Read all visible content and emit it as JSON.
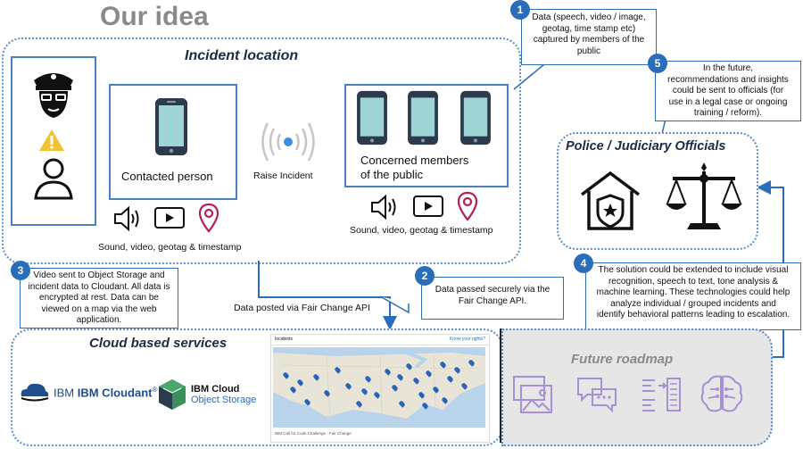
{
  "header": {
    "title": "Our idea"
  },
  "incident": {
    "title": "Incident location",
    "contacted_label": "Contacted person",
    "raise_label": "Raise Incident",
    "members_label_line1": "Concerned members",
    "members_label_line2": "of the public",
    "left_caption": "Sound, video, geotag & timestamp",
    "right_caption": "Sound, video, geotag & timestamp"
  },
  "callouts": {
    "c1": {
      "badge": "1",
      "lines": [
        "Data (speech, video / image,",
        "geotag, time stamp etc)",
        "captured by members of the",
        "public"
      ]
    },
    "c5": {
      "badge": "5",
      "lines": [
        "In the future,",
        "recommendations and insights",
        "could be sent to officials (for",
        "use in a legal case or ongoing",
        "training / reform)."
      ]
    },
    "c3": {
      "badge": "3",
      "lines": [
        "Video sent to Object Storage and",
        "incident data to Cloudant. All data is",
        "encrypted at rest. Data can be",
        "viewed on a map via the web",
        "application."
      ]
    },
    "c2": {
      "badge": "2",
      "lines": [
        "Data passed securely via the",
        "Fair Change API."
      ]
    },
    "c4": {
      "badge": "4",
      "lines": [
        "The solution could be extended to include visual",
        "recognition, speech to text, tone analysis &",
        "machine learning. These technologies could help",
        "analyze individual / grouped incidents and",
        "identify behavioral patterns leading to escalation."
      ]
    }
  },
  "police": {
    "title": "Police / Judiciary Officials"
  },
  "flow": {
    "api_label": "Data posted via Fair Change API"
  },
  "cloud": {
    "title": "Cloud based services",
    "cloudant": "IBM Cloudant",
    "cloudant_reg": "®",
    "cos_line1": "IBM Cloud",
    "cos_line2": "Object Storage",
    "map_header_left": "Incidents",
    "map_header_right": "Know your rights?",
    "map_footer": "IBM Call for Code Challenge - Fair Change"
  },
  "roadmap": {
    "title": "Future roadmap"
  },
  "colors": {
    "accent": "#2a6ebb",
    "dashed": "#5b8fc9",
    "roadmap_icons": "#a98fd3",
    "roadmap_bg": "#e6e6e6"
  }
}
